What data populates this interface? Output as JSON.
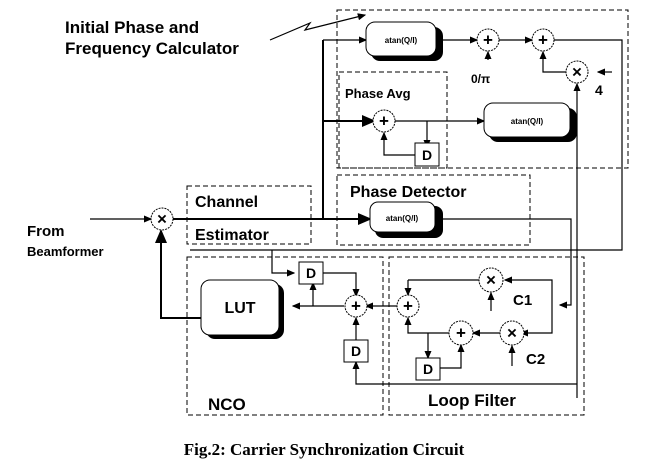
{
  "figure": {
    "caption": "Fig.2: Carrier Synchronization Circuit"
  },
  "labels": {
    "initial_calc_line1": "Initial Phase and",
    "initial_calc_line2": "Frequency Calculator",
    "phase_avg": "Phase Avg",
    "channel": "Channel",
    "estimator": "Estimator",
    "phase_detector": "Phase Detector",
    "from": "From",
    "beamformer": "Beamformer",
    "nco": "NCO",
    "loop_filter": "Loop Filter",
    "zero_pi": "0/π",
    "four": "4",
    "c1": "C1",
    "c2": "C2"
  },
  "blocks": {
    "atan_top": "atan(Q/I)",
    "atan_mid": "atan(Q/I)",
    "atan_pd": "atan(Q/I)",
    "lut": "LUT",
    "delay": "D"
  },
  "operators": {
    "add": "+",
    "multiply": "×"
  }
}
